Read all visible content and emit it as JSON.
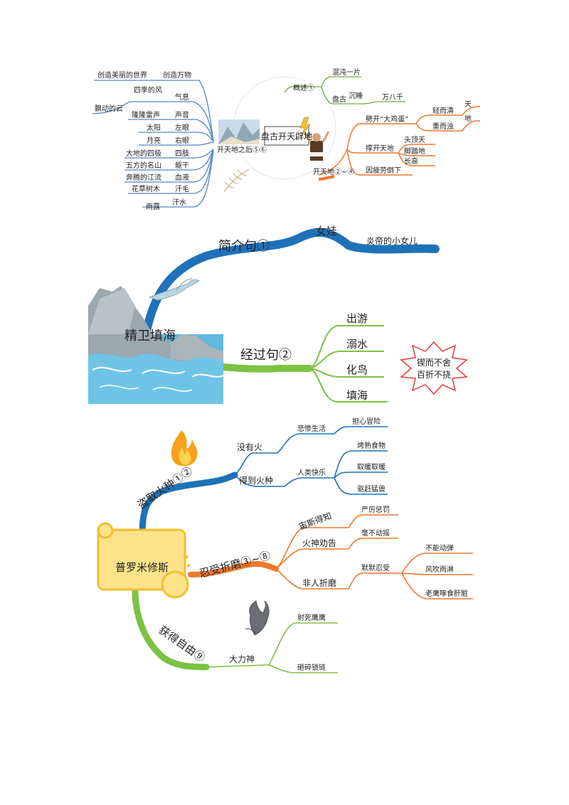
{
  "pangu": {
    "center": "盘古开天辟地",
    "after": {
      "label": "开天地之后⑤⑥",
      "items": [
        {
          "part": "创造万物",
          "becomes": "创造美丽的世界"
        },
        {
          "part": "气息",
          "becomes": "四季的风"
        },
        {
          "part": "",
          "becomes": "飘动的云"
        },
        {
          "part": "声音",
          "becomes": "隆隆雷声"
        },
        {
          "part": "左眼",
          "becomes": "太阳"
        },
        {
          "part": "右眼",
          "becomes": "月亮"
        },
        {
          "part": "四肢",
          "becomes": "大地的四极"
        },
        {
          "part": "躯干",
          "becomes": "五方的名山"
        },
        {
          "part": "血液",
          "becomes": "奔腾的江流"
        },
        {
          "part": "汗毛",
          "becomes": "花草树木"
        },
        {
          "part": "汗水",
          "becomes": "雨露"
        }
      ]
    },
    "overview": {
      "label": "概述①",
      "chaos": "混沌一片",
      "pangu": "盘古",
      "sleep": "沉睡",
      "years": "万八千"
    },
    "open": {
      "label": "开天地②~④",
      "split": "劈开“大鸡蛋”",
      "light": "轻而清",
      "heavy": "重而浊",
      "sky": "天",
      "earth": "地",
      "support": "撑开天地",
      "head": "头顶天",
      "feet": "脚踏地",
      "grow": "长高",
      "fall": "因疲劳倒下"
    }
  },
  "jingwei": {
    "center": "精卫填海",
    "intro": {
      "label": "简介句①",
      "name": "女娃",
      "detail": "炎帝的小女儿"
    },
    "process": {
      "label": "经过句②",
      "steps": [
        "出游",
        "溺水",
        "化鸟",
        "填海"
      ]
    },
    "spirit": [
      "锲而不舍",
      "百折不挠"
    ]
  },
  "prometheus": {
    "center": "普罗米修斯",
    "steal": {
      "label": "盗取火种①②",
      "nofire": "没有火",
      "miserable": "悲惨生活",
      "danger": "担心冒险",
      "gotfire": "得到火种",
      "happy": "人类快乐",
      "benefits": [
        "烤熟食物",
        "取暖取暖",
        "驱赶猛兽"
      ]
    },
    "suffer": {
      "label": "忍受折磨③~⑧",
      "zeus": "宙斯得知",
      "punish": "严厉惩罚",
      "vulcan": "火神劝告",
      "firm": "毫不动摇",
      "torture": "非人折磨",
      "endure": "默默忍受",
      "hardships": [
        "不能动弹",
        "风吹雨淋",
        "老鹰啄食肝脏"
      ]
    },
    "freedom": {
      "label": "获得自由⑨",
      "hercules": "大力神",
      "shoot": "射死鹰鹰",
      "chains": "砸碎锁链"
    }
  }
}
